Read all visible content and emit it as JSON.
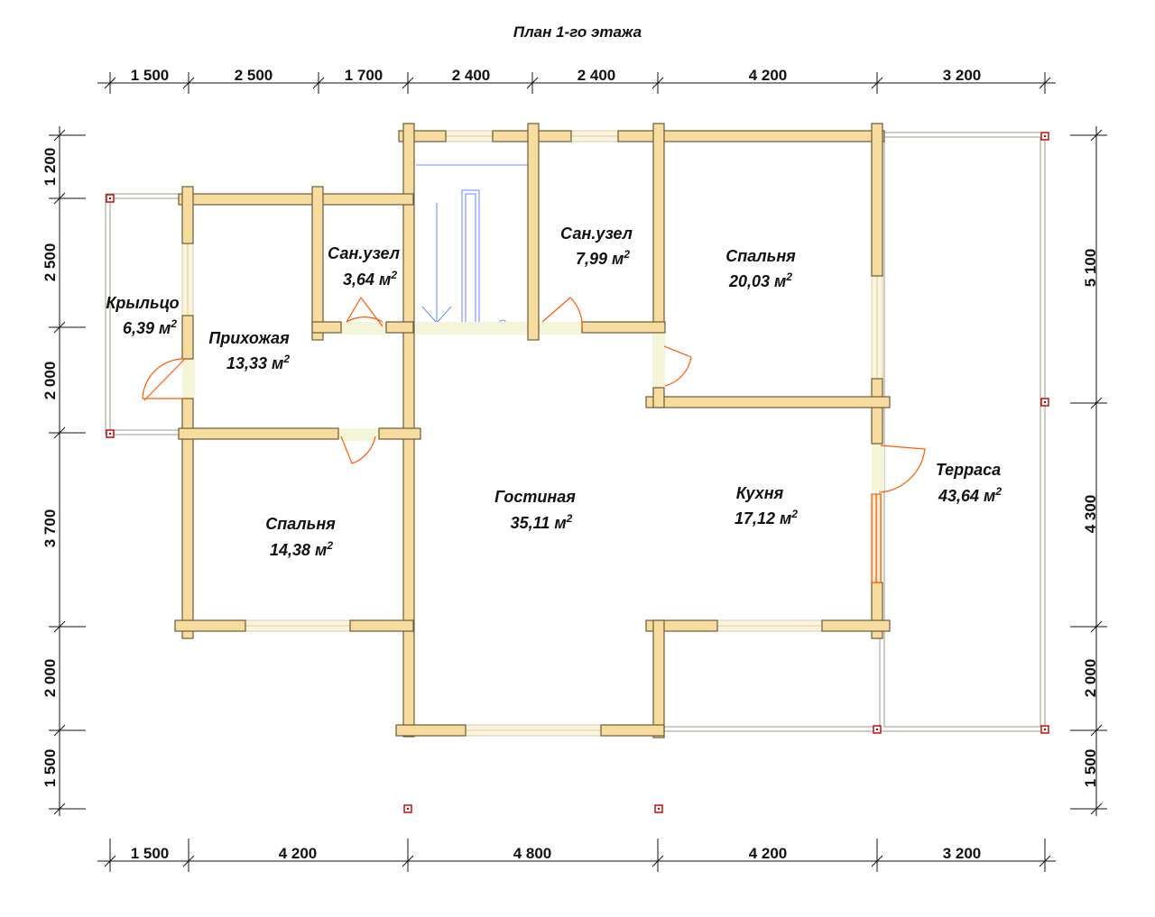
{
  "title": "План 1-го этажа",
  "dimensions": {
    "top": [
      "1 500",
      "2 500",
      "1 700",
      "2 400",
      "2 400",
      "4 200",
      "3 200"
    ],
    "bottom": [
      "1 500",
      "4 200",
      "4 800",
      "4 200",
      "3 200"
    ],
    "left": [
      "1 200",
      "2 500",
      "2 000",
      "3 700",
      "2 000",
      "1 500"
    ],
    "right": [
      "5 100",
      "4 300",
      "2 000",
      "1 500"
    ]
  },
  "rooms": [
    {
      "name": "Крыльцо",
      "area": "6,39 м"
    },
    {
      "name": "Прихожая",
      "area": "13,33 м"
    },
    {
      "name": "Сан.узел",
      "area": "3,64 м"
    },
    {
      "name": "Сан.узел",
      "area": "7,99 м"
    },
    {
      "name": "Спальня",
      "area": "20,03 м"
    },
    {
      "name": "Спальня",
      "area": "14,38 м"
    },
    {
      "name": "Гостиная",
      "area": "35,11 м"
    },
    {
      "name": "Кухня",
      "area": "17,12 м"
    },
    {
      "name": "Терраса",
      "area": "43,64 м"
    }
  ],
  "area_superscript": "2",
  "colors": {
    "wall": "#F7DCA0",
    "door": "#FF5A00",
    "stair": "#3B68FF",
    "post": "#C00000"
  }
}
